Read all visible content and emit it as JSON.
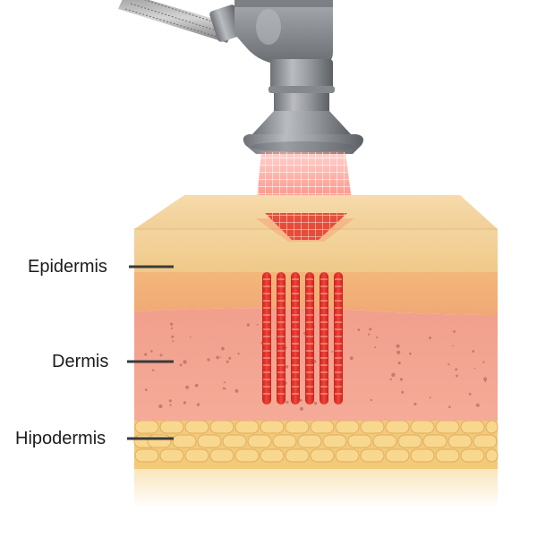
{
  "labels": {
    "epidermis": "Epidermis",
    "dermis": "Dermis",
    "hypodermis": "Hipodermis"
  },
  "colors": {
    "epidermis": "#f2cf95",
    "dermis": "#f2a192",
    "hypodermis_cells": "#f8d88e",
    "laser": "#e8342a",
    "device_metal": "#8c8f93",
    "leader_line": "#3a3a3a"
  },
  "icons": {
    "device": "laser-handpiece-icon",
    "beam": "fractional-laser-grid-icon"
  }
}
